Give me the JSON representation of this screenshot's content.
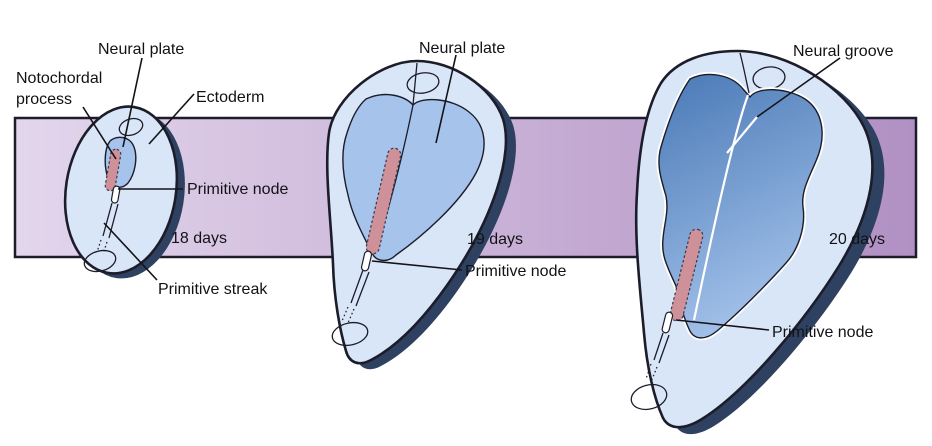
{
  "diagram": {
    "name": "neural-plate-development-stages",
    "colors": {
      "band_left": "#e3d6ec",
      "band_right": "#b190c3",
      "ectoderm": "#d9e6f7",
      "plate_light": "#a5c3eb",
      "plate_dark": "#4d7cb8",
      "notochord": "#cf9199",
      "shadow": "#2e4160",
      "outline": "#1c1c2a",
      "line": "#141418",
      "label": "#121216"
    },
    "stages": [
      {
        "day": "18 days",
        "labels": {
          "neural_plate": "Neural plate",
          "notochordal_process": "Notochordal process",
          "ectoderm": "Ectoderm",
          "primitive_node": "Primitive node",
          "primitive_streak": "Primitive streak"
        }
      },
      {
        "day": "19 days",
        "labels": {
          "neural_plate": "Neural plate",
          "primitive_node": "Primitive node"
        }
      },
      {
        "day": "20 days",
        "labels": {
          "neural_groove": "Neural groove",
          "primitive_node": "Primitive node"
        }
      }
    ]
  }
}
